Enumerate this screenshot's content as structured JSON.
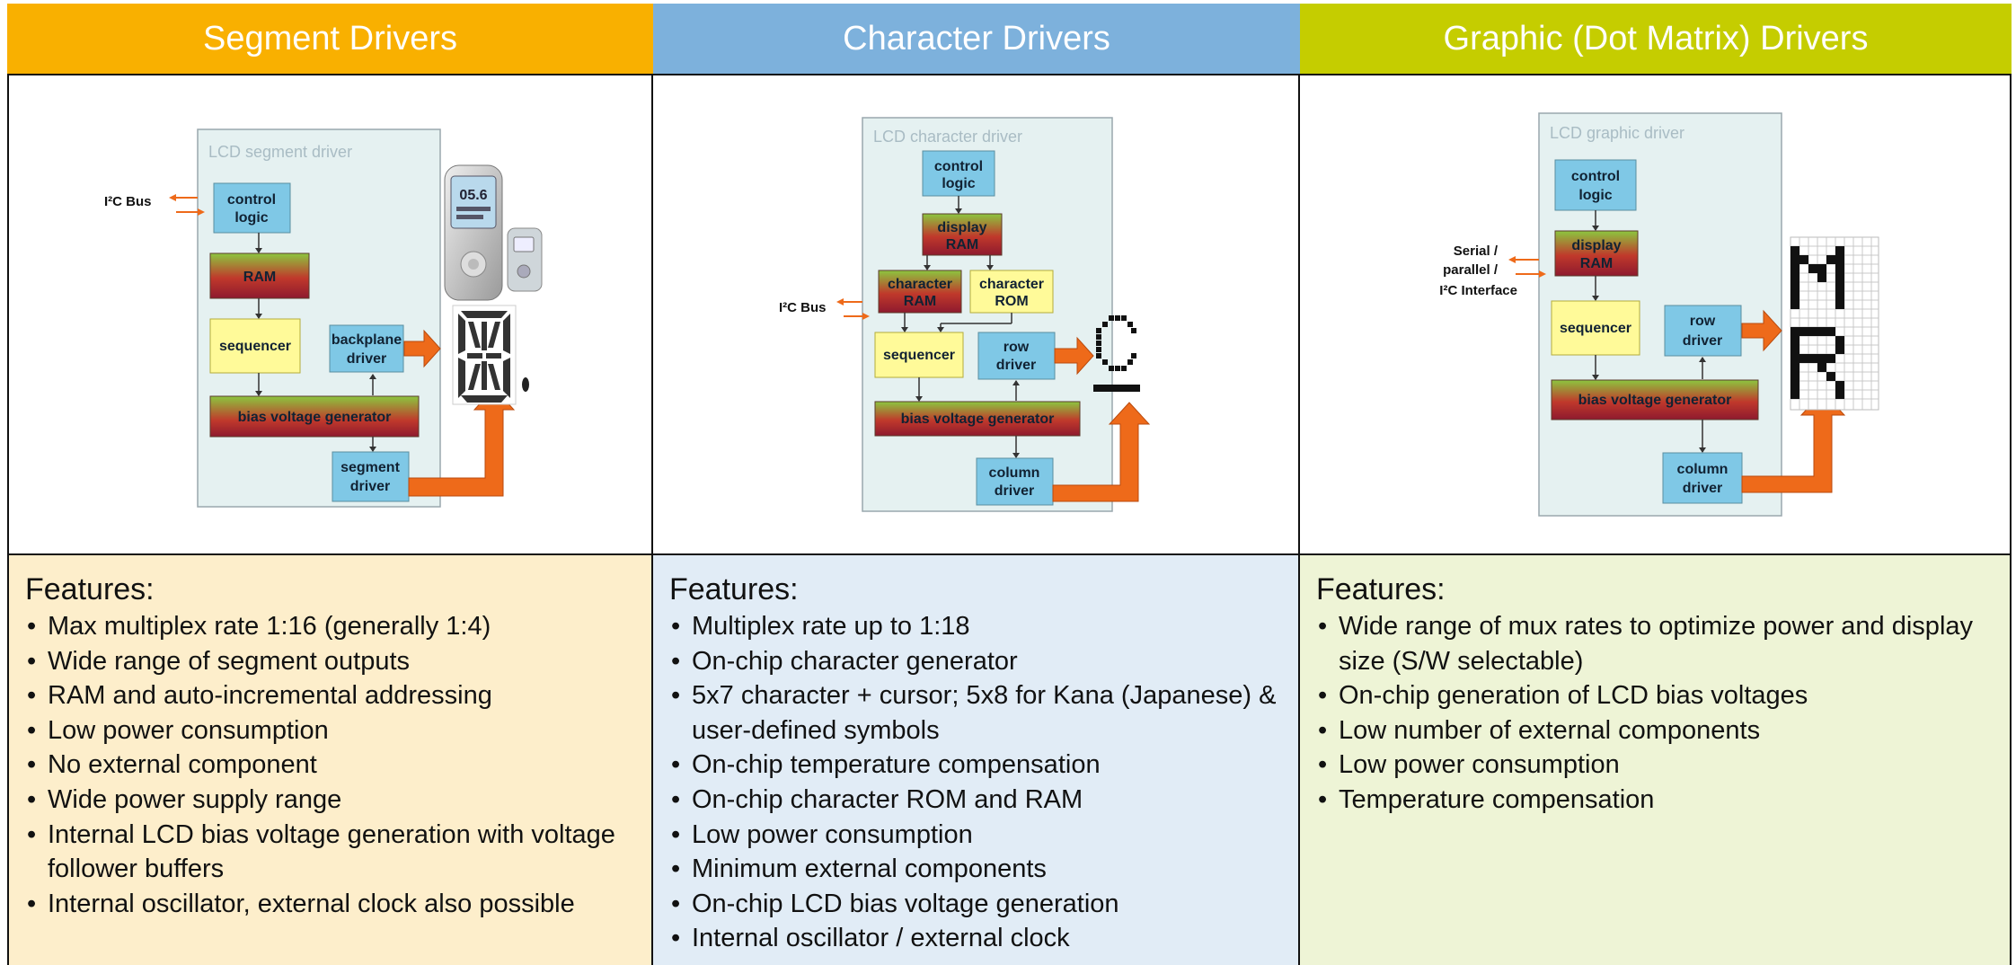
{
  "colors": {
    "segment_header": "#F9B000",
    "character_header": "#7DB1DC",
    "graphic_header": "#C5CD00",
    "segment_features_bg": "#FDEECB",
    "character_features_bg": "#E1ECF6",
    "graphic_features_bg": "#EEF4D6",
    "diagram_panel": "#E5F1F1",
    "arrow_orange": "#EE6A1A"
  },
  "columns": [
    {
      "header": "Segment Drivers",
      "diagram": {
        "title": "LCD segment driver",
        "bus_label": "I²C Bus",
        "blocks": {
          "control_logic": [
            "control",
            "logic"
          ],
          "ram": [
            "RAM"
          ],
          "sequencer": [
            "sequencer"
          ],
          "backplane_driver": [
            "backplane",
            "driver"
          ],
          "bias": [
            "bias voltage generator"
          ],
          "segment_driver": [
            "segment",
            "driver"
          ]
        },
        "device_readout": "05.6"
      },
      "features_title": "Features:",
      "features": [
        "Max multiplex rate 1:16 (generally 1:4)",
        "Wide range of segment outputs",
        "RAM and auto-incremental addressing",
        "Low power consumption",
        "No external component",
        "Wide power supply range",
        "Internal LCD bias voltage generation with voltage follower buffers",
        "Internal oscillator, external clock also possible"
      ]
    },
    {
      "header": "Character Drivers",
      "diagram": {
        "title": "LCD character driver",
        "bus_label": "I²C Bus",
        "blocks": {
          "control_logic": [
            "control",
            "logic"
          ],
          "display_ram": [
            "display",
            "RAM"
          ],
          "character_ram": [
            "character",
            "RAM"
          ],
          "character_rom": [
            "character",
            "ROM"
          ],
          "sequencer": [
            "sequencer"
          ],
          "row_driver": [
            "row",
            "driver"
          ],
          "bias": [
            "bias voltage generator"
          ],
          "column_driver": [
            "column",
            "driver"
          ]
        }
      },
      "features_title": "Features:",
      "features": [
        "Multiplex rate up to 1:18",
        "On-chip character generator",
        "5x7 character + cursor; 5x8 for Kana (Japanese) & user-defined symbols",
        "On-chip temperature compensation",
        "On-chip character ROM and RAM",
        "Low power consumption",
        "Minimum external components",
        "On-chip LCD bias voltage generation",
        "Internal oscillator / external clock"
      ]
    },
    {
      "header": "Graphic (Dot Matrix) Drivers",
      "diagram": {
        "title": "LCD graphic driver",
        "bus_label": [
          "Serial /",
          "parallel /",
          "I²C Interface"
        ],
        "blocks": {
          "control_logic": [
            "control",
            "logic"
          ],
          "display_ram": [
            "display",
            "RAM"
          ],
          "sequencer": [
            "sequencer"
          ],
          "row_driver": [
            "row",
            "driver"
          ],
          "bias": [
            "bias voltage generator"
          ],
          "column_driver": [
            "column",
            "driver"
          ]
        }
      },
      "features_title": "Features:",
      "features": [
        "Wide range of mux rates to optimize power and display size (S/W selectable)",
        "On-chip generation of LCD bias voltages",
        "Low number of external components",
        "Low power consumption",
        "Temperature compensation"
      ]
    }
  ]
}
